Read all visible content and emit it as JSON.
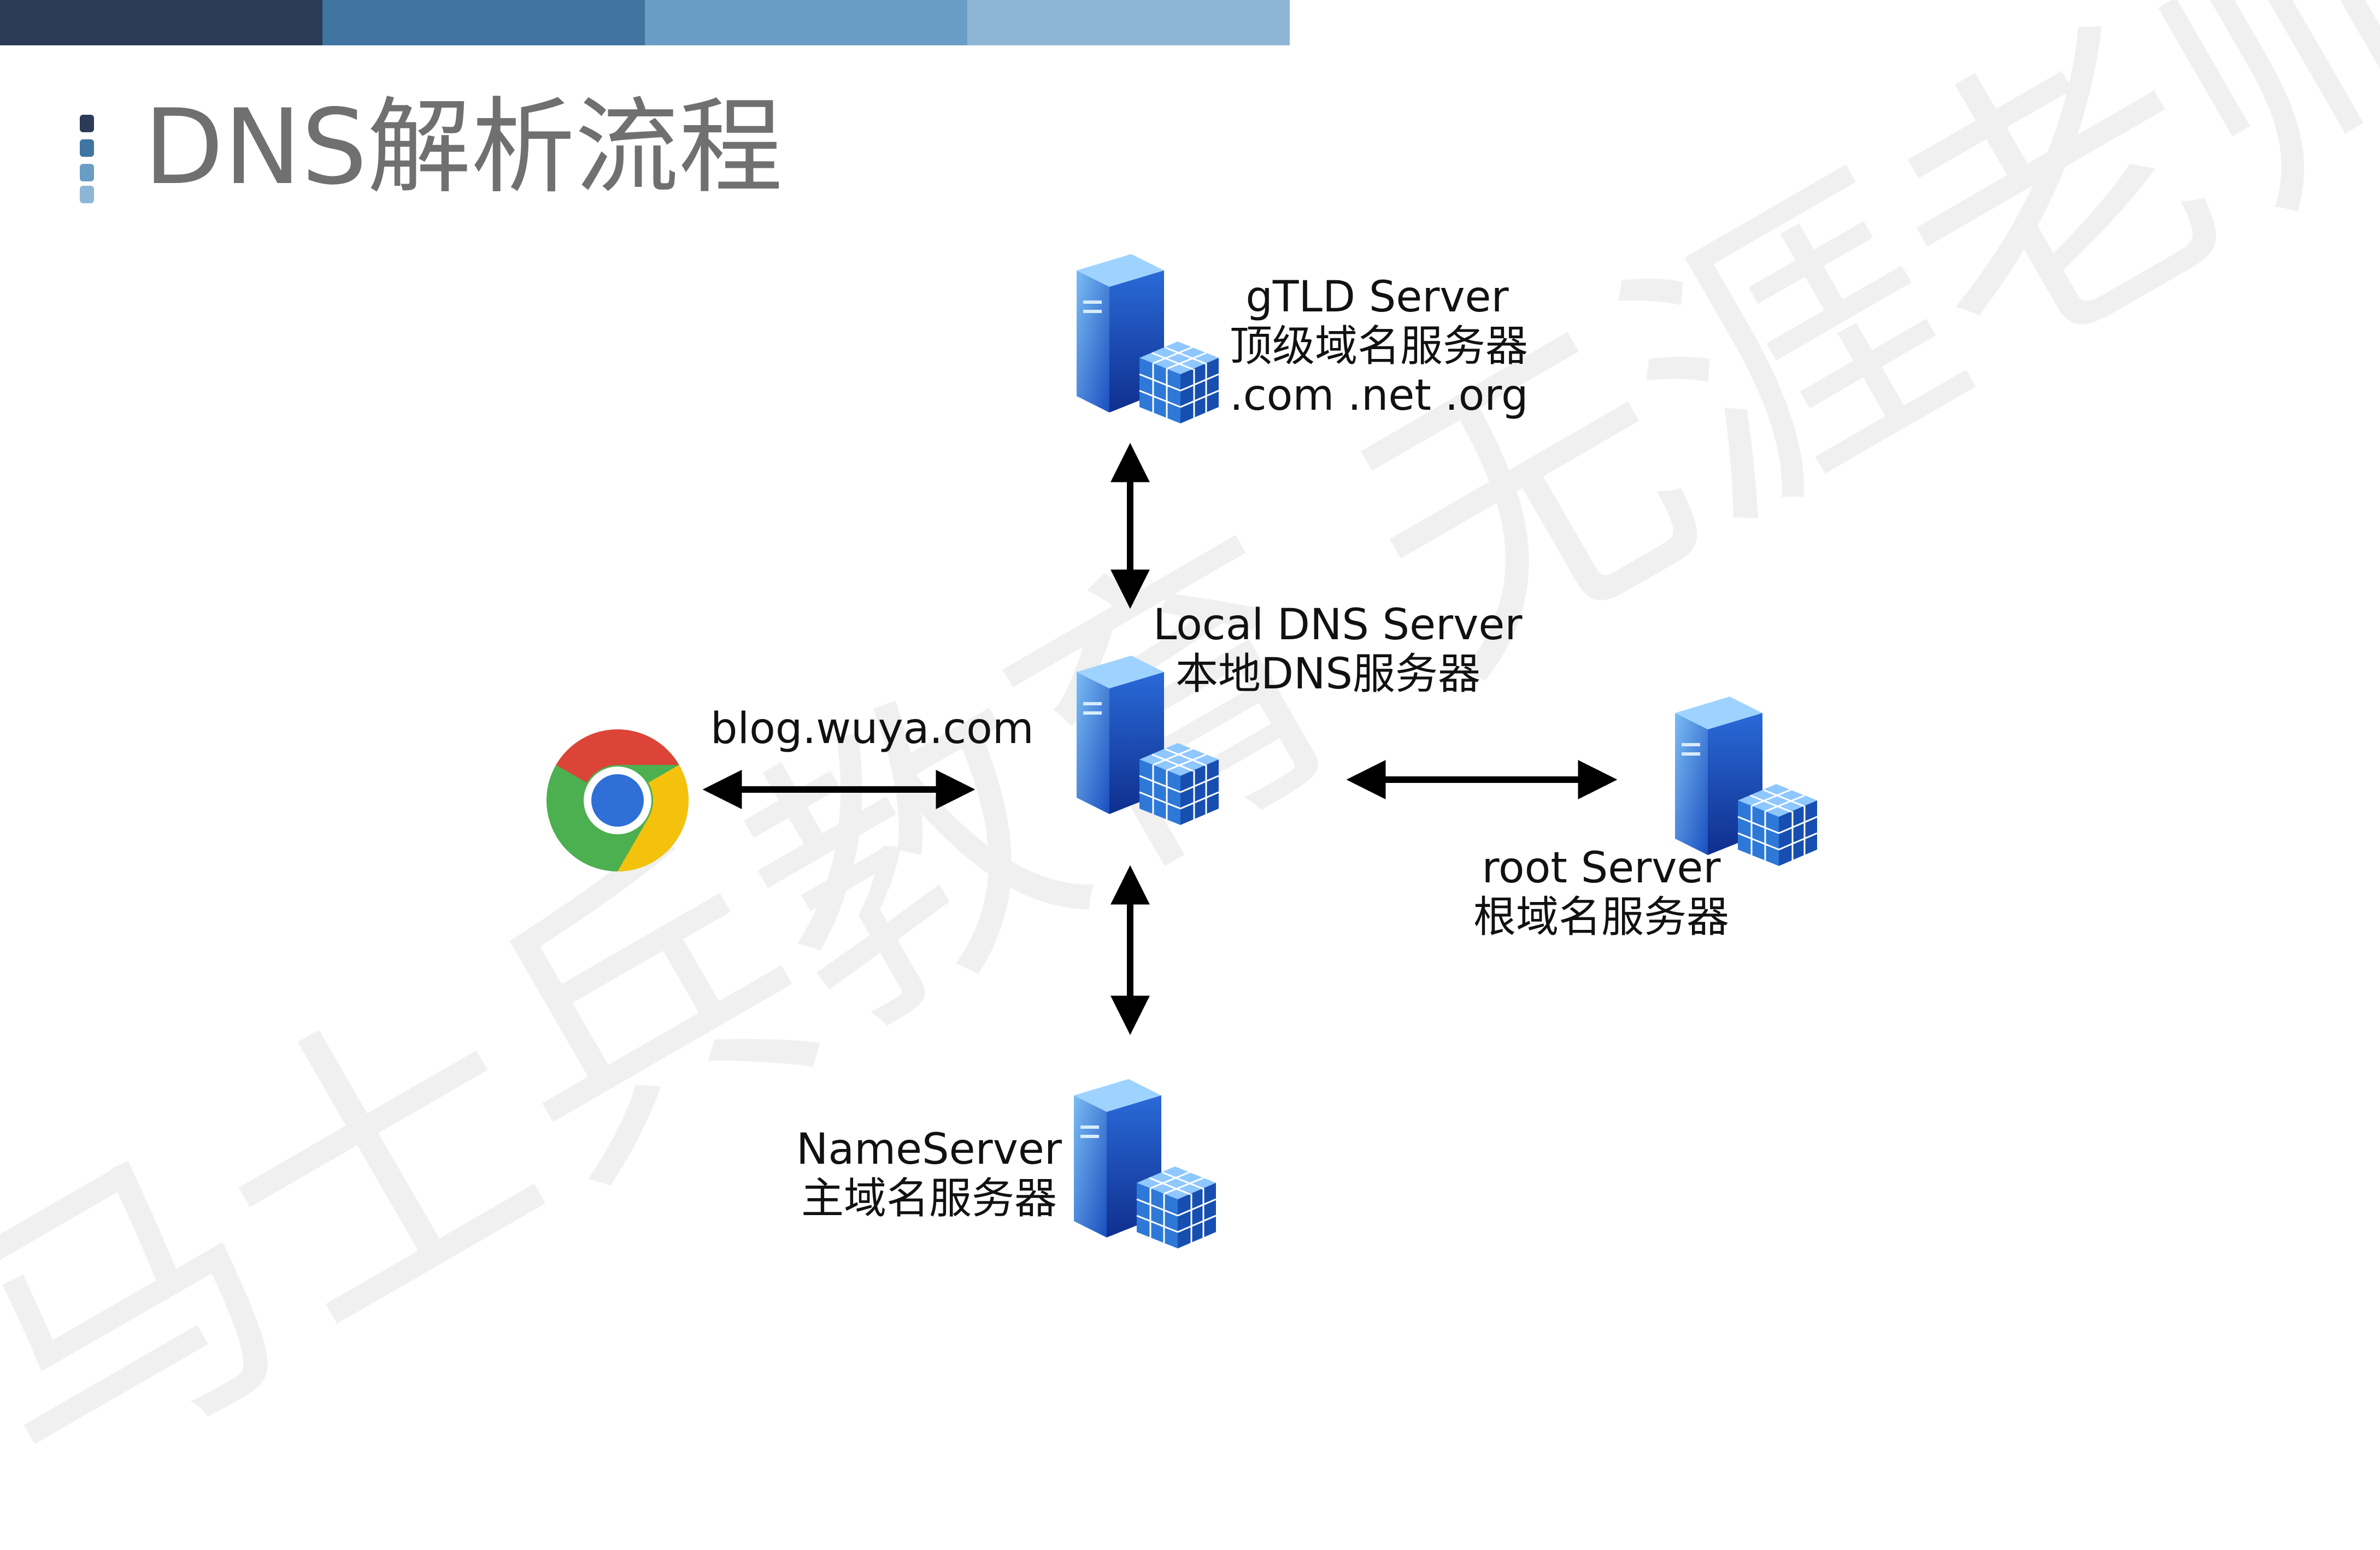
{
  "slide": {
    "title": "DNS解析流程",
    "watermark": "马士兵教育 无涯老师",
    "colors": {
      "bar_dark": "#2b3a56",
      "bar_mid": "#3f75a0",
      "bar_light": "#6a9dc5",
      "bar_lighter": "#8db6d6",
      "title_text": "#707070",
      "server_blue": "#2f78d6",
      "arrow": "#000000"
    }
  },
  "nodes": {
    "gtld": {
      "icon": "server-icon",
      "line1": "gTLD Server",
      "line2": "顶级域名服务器",
      "line3": ".com .net .org"
    },
    "local": {
      "icon": "server-icon",
      "line1": "Local DNS Server",
      "line2": "本地DNS服务器"
    },
    "root": {
      "icon": "server-icon",
      "line1": "root Server",
      "line2": "根域名服务器"
    },
    "nameserver": {
      "icon": "server-icon",
      "line1": "NameServer",
      "line2": "主域名服务器"
    },
    "client": {
      "icon": "chrome-browser-icon"
    }
  },
  "edges": {
    "client_local_label": "blog.wuya.com"
  }
}
